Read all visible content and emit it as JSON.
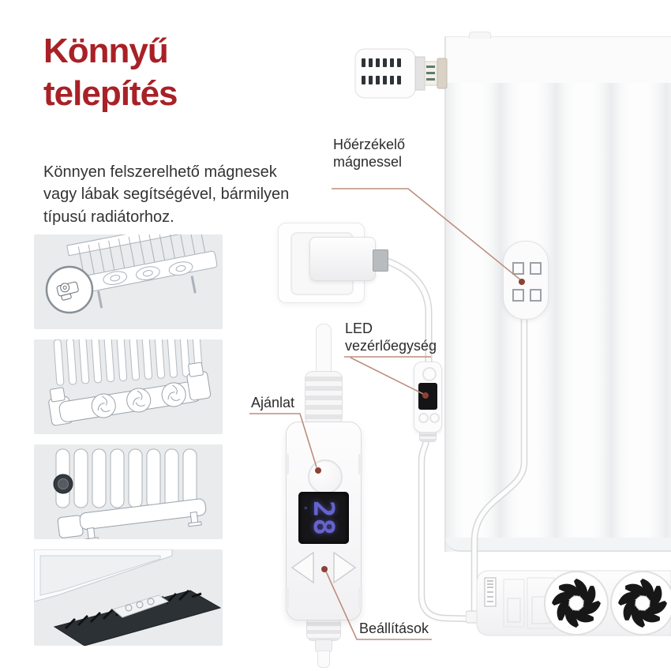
{
  "page": {
    "title_line1": "Könnyű",
    "title_line2": "telepítés",
    "intro": "Könnyen felszerelhető mágnesek vagy lábak segítségével, bármilyen típusú radiátorhoz."
  },
  "callouts": {
    "sensor_line1": "Hőérzékelő",
    "sensor_line2": "mágnessel",
    "led_line1": "LED",
    "led_line2": "vezérlőegység",
    "offer": "Ajánlat",
    "settings": "Beállítások"
  },
  "controller_display": {
    "value": "28",
    "degree_symbol": "°"
  },
  "colors": {
    "heading_red": "#a82127",
    "callout_line": "#bb8f7e",
    "callout_dot": "#8d4136",
    "display_digits": "#6463cf",
    "panel_background": "#e9ebec"
  },
  "icons": {
    "fan": "fan-blades-icon",
    "magnifier": "magnifier-icon",
    "thermostat": "thermostat-head-icon",
    "arrows": "left-right-arrow-buttons"
  }
}
